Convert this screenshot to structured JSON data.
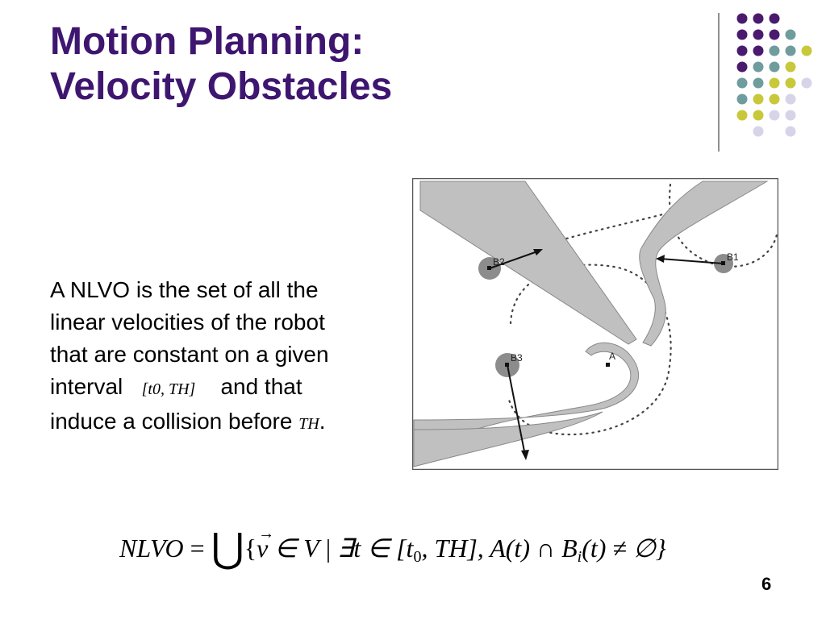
{
  "slide": {
    "title_line1": "Motion Planning:",
    "title_line2": "Velocity Obstacles",
    "page_number": "6"
  },
  "body": {
    "line1": "A NLVO is the set of all the",
    "line2": "linear velocities of the robot",
    "line3": "that are constant on a given",
    "line4_prefix": "interval",
    "interval_math": "[t0, TH]",
    "line4_suffix": "and that",
    "line5_prefix": "induce a collision before",
    "th_math": "TH",
    "period": "."
  },
  "figure": {
    "labels": {
      "b1": "B1",
      "b2": "B2",
      "b3": "B3",
      "a": "A"
    }
  },
  "formula": {
    "lhs": "NLVO",
    "eq": "=",
    "union": "⋃",
    "open_brace": "{",
    "v": "v",
    "vec_arrow": "→",
    "in_v": "∈ V",
    "bar": "|",
    "exists": "∃t ∈ [t",
    "zero": "0",
    "th_close": ", TH], A(t) ∩ B",
    "i": "i",
    "tail": "(t) ≠ ∅}"
  },
  "colors": {
    "title": "#3e1670",
    "dot_purple": "#4a1a6e",
    "dot_teal": "#6f9c9c",
    "dot_yellow": "#c8c83a",
    "dot_lavender": "#d6d4e8",
    "obstacle_grey": "#c0c0c0",
    "agent_grey": "#8c8c8c"
  }
}
